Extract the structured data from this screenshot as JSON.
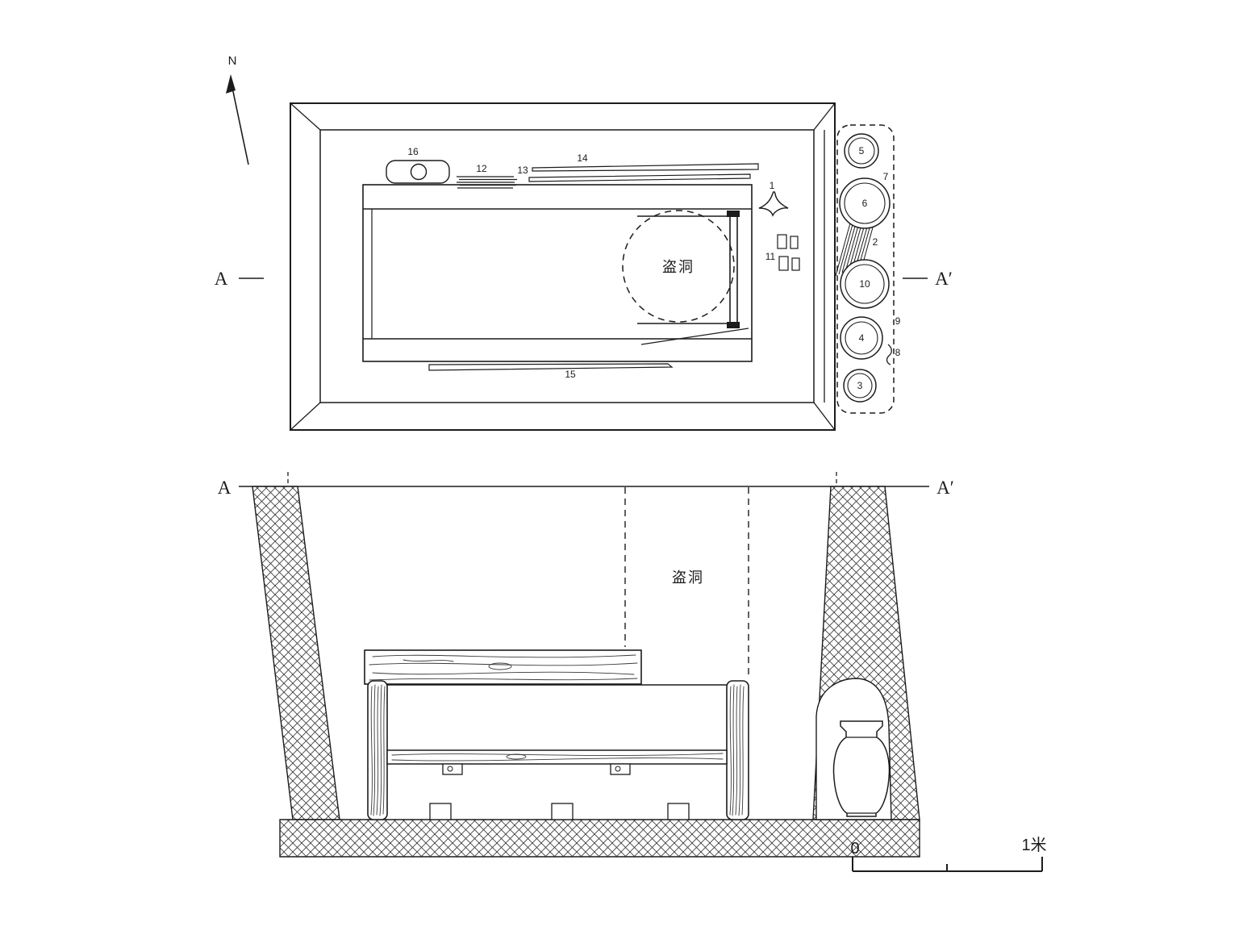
{
  "colors": {
    "ink": "#1c1c1c",
    "background": "#ffffff"
  },
  "compass": {
    "north_label": "N"
  },
  "plan_view": {
    "section_marker_left": "A",
    "section_marker_right": "A′",
    "robber_hole_label": "盗洞",
    "artifact_labels": {
      "n1": "1",
      "n2": "2",
      "n3": "3",
      "n4": "4",
      "n5": "5",
      "n6": "6",
      "n7": "7",
      "n8": "8",
      "n9": "9",
      "n10": "10",
      "n11": "11",
      "n12": "12",
      "n13": "13",
      "n14": "14",
      "n15": "15",
      "n16": "16"
    }
  },
  "section_view": {
    "section_marker_left": "A",
    "section_marker_right": "A′",
    "robber_hole_label": "盗洞"
  },
  "scale_bar": {
    "start_label": "0",
    "end_label": "1米"
  }
}
